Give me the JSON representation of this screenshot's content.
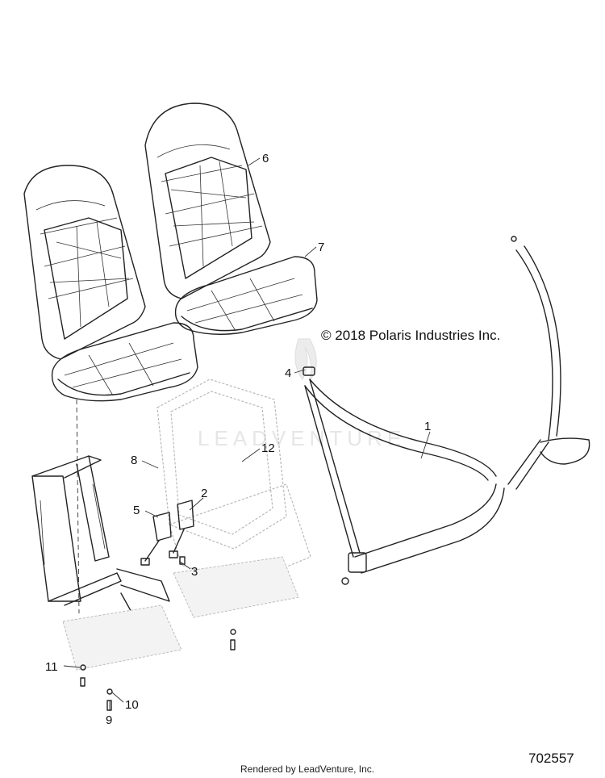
{
  "copyright": "© 2018 Polaris Industries Inc.",
  "watermark": "LEADVENTURE",
  "footer": "Rendered by LeadVenture, Inc.",
  "doc_number": "702557",
  "callouts": {
    "c1": "1",
    "c2": "2",
    "c3": "3",
    "c4": "4",
    "c5": "5",
    "c6": "6",
    "c7": "7",
    "c8": "8",
    "c9": "9",
    "c10": "10",
    "c11": "11",
    "c12": "12"
  }
}
